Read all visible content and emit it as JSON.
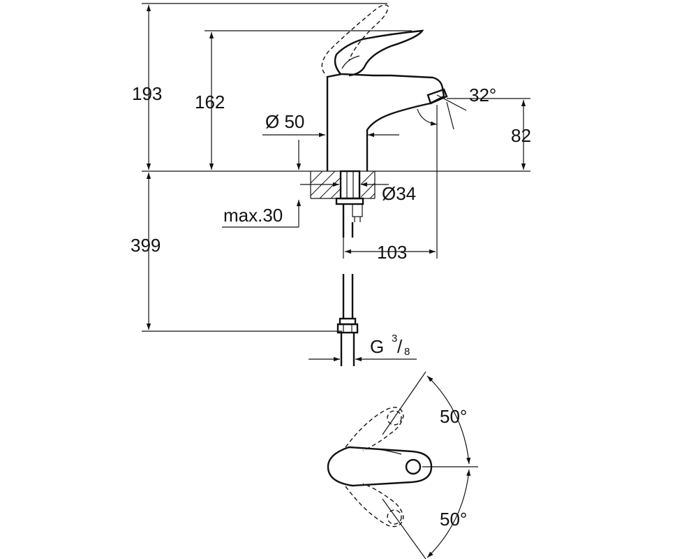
{
  "dimensions": {
    "overall_height": "193",
    "lever_height": "162",
    "body_diameter": "Ø 50",
    "spout_angle": "32°",
    "spout_height": "82",
    "hole_diameter": "Ø34",
    "max_deck": "max.30",
    "below_deck": "399",
    "spout_reach": "103",
    "thread_letter": "G",
    "thread_num": "3",
    "thread_den": "8",
    "lever_swing_up": "50°",
    "lever_swing_down": "50°"
  }
}
